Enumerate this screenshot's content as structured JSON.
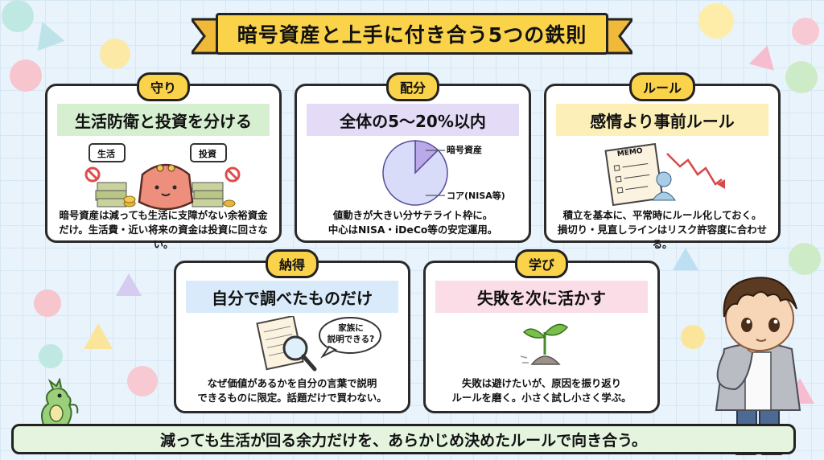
{
  "title": "暗号資産と上手に付き合う5つの鉄則",
  "cards": [
    {
      "tag": "守り",
      "heading": "生活防衛と投資を分ける",
      "labels": [
        "生活",
        "投資"
      ],
      "desc": [
        "暗号資産は減っても生活に支障がない余裕資金",
        "だけ。生活費・近い将来の資金は投資に回さない。"
      ]
    },
    {
      "tag": "配分",
      "heading": "全体の5〜20%以内",
      "labels": [
        "暗号資産",
        "コア(NISA等)"
      ],
      "desc": [
        "値動きが大きい分サテライト枠に。",
        "中心はNISA・iDeCo等の安定運用。"
      ]
    },
    {
      "tag": "ルール",
      "heading": "感情より事前ルール",
      "labels": [
        "MEMO"
      ],
      "desc": [
        "積立を基本に、平常時にルール化しておく。",
        "損切り・見直しラインはリスク許容度に合わせる。"
      ]
    },
    {
      "tag": "納得",
      "heading": "自分で調べたものだけ",
      "labels": [
        "家族に",
        "説明できる?"
      ],
      "desc": [
        "なぜ価値があるかを自分の言葉で説明",
        "できるものに限定。話題だけで買わない。"
      ]
    },
    {
      "tag": "学び",
      "heading": "失敗を次に活かす",
      "labels": [],
      "desc": [
        "失敗は避けたいが、原因を振り返り",
        "ルールを磨く。小さく試し小さく学ぶ。"
      ]
    }
  ],
  "footer": "減っても生活が回る余力だけを、あらかじめ決めたルールで向き合う。",
  "chart_data": {
    "type": "pie",
    "categories": [
      "暗号資産",
      "コア(NISA等)"
    ],
    "values": [
      12.5,
      87.5
    ],
    "colors": [
      "#b9a8ea",
      "#d8dcf8"
    ]
  },
  "colors": {
    "accent": "#fbd34a",
    "band_green": "#d6efd0",
    "band_purple": "#e4dcf7",
    "band_yellow": "#fcefb8",
    "band_blue": "#d9ebfa",
    "band_pink": "#fbdde8"
  }
}
